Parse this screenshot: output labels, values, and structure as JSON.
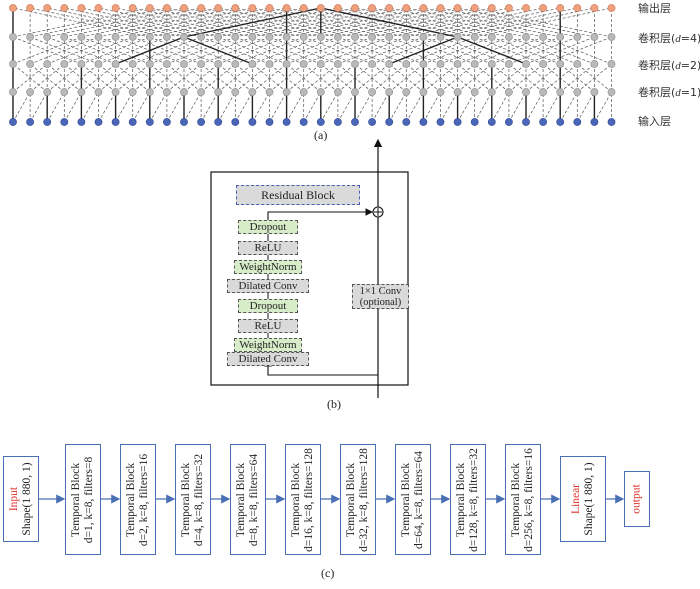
{
  "panel_a": {
    "layers": [
      "输出层",
      "卷积层(d=4)",
      "卷积层(d=2)",
      "卷积层(d=1)",
      "输入层"
    ],
    "layer_parts": [
      {
        "pre": "输出层",
        "var": "",
        "post": ""
      },
      {
        "pre": "卷积层(",
        "var": "d",
        "post": "=4)"
      },
      {
        "pre": "卷积层(",
        "var": "d",
        "post": "=2)"
      },
      {
        "pre": "卷积层(",
        "var": "d",
        "post": "=1)"
      },
      {
        "pre": "输入层",
        "var": "",
        "post": ""
      }
    ],
    "caption": "(a)",
    "colors": {
      "output": "#f0a07e",
      "hidden": "#b9b9b9",
      "input": "#4a66b8"
    }
  },
  "panel_b": {
    "caption": "(b)",
    "residual_label": "Residual Block",
    "stack": [
      "Dropout",
      "ReLU",
      "WeightNorm",
      "Dilated Conv",
      "Dropout",
      "ReLU",
      "WeightNorm",
      "Dilated Conv"
    ],
    "conv1x1_line1": "1×1 Conv",
    "conv1x1_line2": "(optional)",
    "plus_symbol": "⊕",
    "colors": {
      "green": "#d7ecc8",
      "grey": "#dadada",
      "border": "#4a5db0"
    }
  },
  "panel_c": {
    "caption": "(c)",
    "input": {
      "title": "Input",
      "shape": "Shape(1 880, 1)"
    },
    "blocks": [
      {
        "title": "Temporal Block",
        "params": "d=1, k=8, filters=8"
      },
      {
        "title": "Temporal Block",
        "params": "d=2, k=8, filters=16"
      },
      {
        "title": "Temporal Block",
        "params": "d=4, k=8, filters=32"
      },
      {
        "title": "Temporal Block",
        "params": "d=8, k=8, filters=64"
      },
      {
        "title": "Temporal Block",
        "params": "d=16, k=8, filters=128"
      },
      {
        "title": "Temporal Block",
        "params": "d=32, k=8, filters=128"
      },
      {
        "title": "Temporal Block",
        "params": "d=64, k=8, filters=64"
      },
      {
        "title": "Temporal Block",
        "params": "d=128, k=8, filters=32"
      },
      {
        "title": "Temporal Block",
        "params": "d=256, k=8, filters=16"
      }
    ],
    "linear": {
      "title": "Linear",
      "shape": "Shape(1 880, 1)"
    },
    "output": {
      "title": "output"
    },
    "colors": {
      "box": "#4a6fb5",
      "accent": "#e0322b"
    }
  }
}
